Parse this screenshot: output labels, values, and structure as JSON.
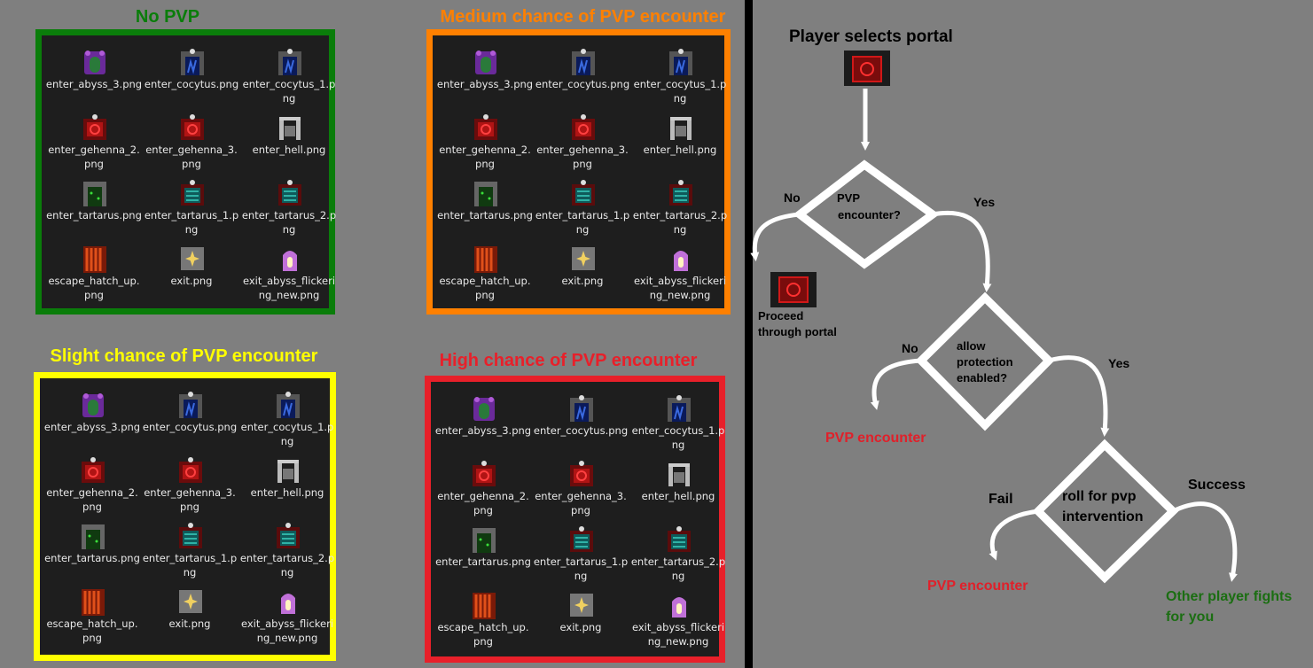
{
  "colors": {
    "background": "#7f7f7f",
    "panel_bg": "#1e1e1e",
    "green": "#0a7d0a",
    "orange": "#ff8000",
    "yellow": "#ffff00",
    "red": "#e8202a",
    "pvp_red": "#e0202a",
    "success_green": "#1b6e12"
  },
  "files": [
    {
      "name": "enter_abyss_3.png",
      "icon": "abyss-portal-icon"
    },
    {
      "name": "enter_cocytus.png",
      "icon": "cocytus-gate-icon"
    },
    {
      "name": "enter_cocytus_1.png",
      "icon": "cocytus-gate-icon"
    },
    {
      "name": "enter_gehenna_2.png",
      "icon": "gehenna-portal-icon"
    },
    {
      "name": "enter_gehenna_3.png",
      "icon": "gehenna-portal-icon"
    },
    {
      "name": "enter_hell.png",
      "icon": "hell-gate-icon"
    },
    {
      "name": "enter_tartarus.png",
      "icon": "tartarus-gate-icon"
    },
    {
      "name": "enter_tartarus_1.png",
      "icon": "tartarus-portal-icon"
    },
    {
      "name": "enter_tartarus_2.png",
      "icon": "tartarus-portal-icon"
    },
    {
      "name": "escape_hatch_up.png",
      "icon": "escape-hatch-icon"
    },
    {
      "name": "exit.png",
      "icon": "exit-stairs-icon"
    },
    {
      "name": "exit_abyss_flickering_new.png",
      "icon": "abyss-exit-icon"
    }
  ],
  "panels": {
    "no_pvp": {
      "title": "No PVP",
      "color": "#0a7d0a"
    },
    "medium": {
      "title": "Medium chance of PVP encounter",
      "color": "#ff8000"
    },
    "slight": {
      "title": "Slight chance of PVP encounter",
      "color": "#ffff00"
    },
    "high": {
      "title": "High chance of PVP encounter",
      "color": "#e8202a"
    }
  },
  "flow": {
    "start": "Player selects portal",
    "decision1": [
      "PVP",
      "encounter?"
    ],
    "no1": "No",
    "yes1": "Yes",
    "proceed": [
      "Proceed",
      "through portal"
    ],
    "decision2": [
      "allow",
      "protection",
      "enabled?"
    ],
    "no2": "No",
    "yes2": "Yes",
    "pvp1": "PVP encounter",
    "decision3": [
      "roll for pvp",
      "intervention"
    ],
    "fail": "Fail",
    "success": "Success",
    "pvp2": "PVP encounter",
    "fights": [
      "Other player fights",
      "for you"
    ]
  }
}
